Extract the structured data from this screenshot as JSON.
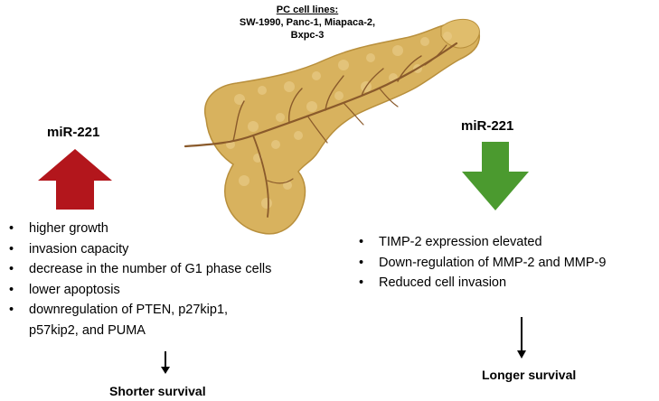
{
  "title": {
    "heading": "PC cell lines:",
    "lines": [
      "SW-1990, Panc-1, Miapaca-2,",
      "Bxpc-3"
    ]
  },
  "left": {
    "label": "miR-221",
    "arrow_color": "#b3161c",
    "items": [
      "higher growth",
      "invasion capacity",
      "decrease in the number of G1 phase cells",
      "lower apoptosis",
      "downregulation of PTEN, p27kip1,",
      "p57kip2, and PUMA"
    ],
    "outcome": "Shorter survival"
  },
  "right": {
    "label": "miR-221",
    "arrow_color": "#4b9a2f",
    "items": [
      "TIMP-2 expression elevated",
      "Down-regulation of MMP-2 and MMP-9",
      "Reduced cell invasion"
    ],
    "outcome": "Longer survival"
  },
  "organ": {
    "name": "pancreas-illustration",
    "fill": "#d8b25e",
    "vessel": "#8a5a2b"
  }
}
